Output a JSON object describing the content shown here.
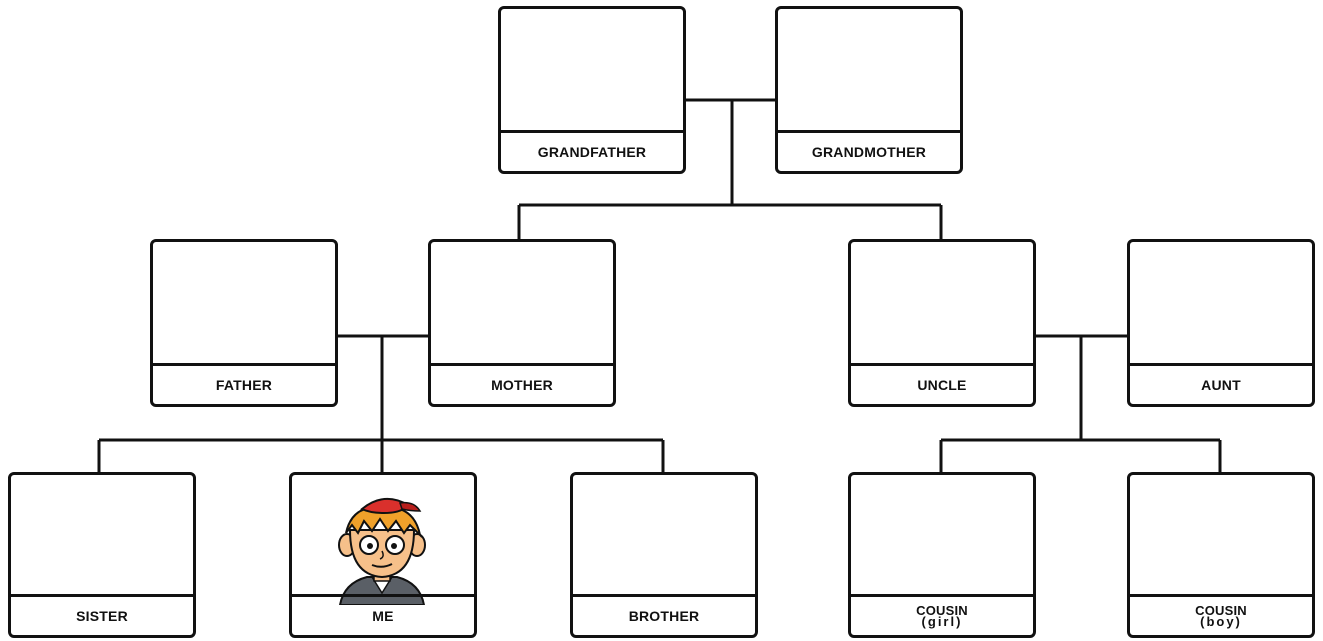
{
  "members": {
    "grandfather": "GRANDFATHER",
    "grandmother": "GRANDMOTHER",
    "father": "FATHER",
    "mother": "MOTHER",
    "uncle": "UNCLE",
    "aunt": "AUNT",
    "sister": "SISTER",
    "me": "ME",
    "brother": "BROTHER",
    "cousin_girl": {
      "main": "COUSIN",
      "sub": "(girl)"
    },
    "cousin_boy": {
      "main": "COUSIN",
      "sub": "(boy)"
    }
  },
  "avatar_icon": "cartoon-boy-icon",
  "colors": {
    "line": "#111111",
    "background": "#ffffff",
    "cap": "#d9302c",
    "hair": "#f0a12a",
    "skin": "#f6c08a"
  }
}
